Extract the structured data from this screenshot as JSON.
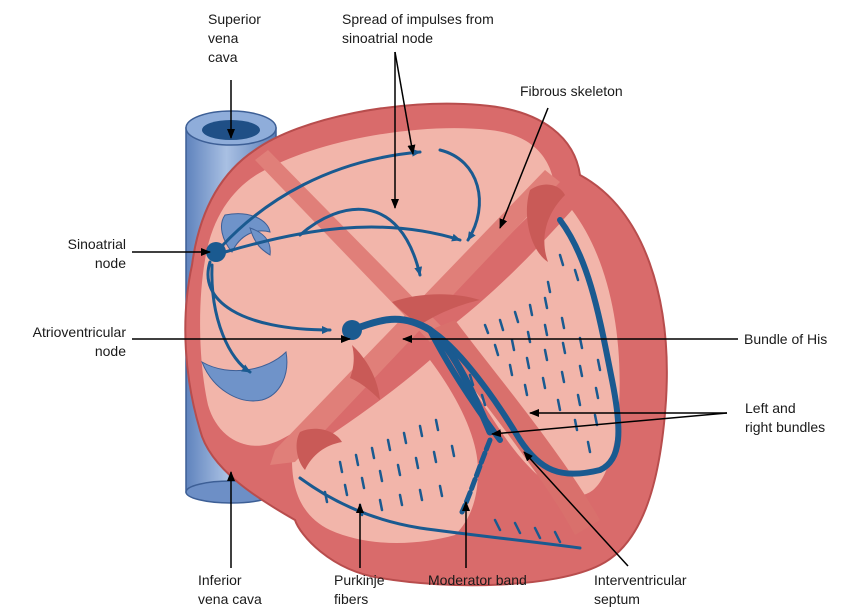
{
  "labels": {
    "superior_vena_cava": "Superior\nvena\ncava",
    "spread_of_impulses": "Spread of impulses from\nsinoatrial node",
    "fibrous_skeleton": "Fibrous skeleton",
    "sinoatrial_node": "Sinoatrial\nnode",
    "atrioventricular_node": "Atrioventricular\nnode",
    "bundle_of_his": "Bundle of His",
    "left_right_bundles": "Left and\nright bundles",
    "inferior_vena_cava": "Inferior\nvena cava",
    "purkinje_fibers": "Purkinje\nfibers",
    "moderator_band": "Moderator band",
    "interventricular_septum": "Interventricular\nseptum"
  },
  "colors": {
    "heart_outer": "#d96b6b",
    "heart_wall": "#e48a86",
    "heart_chamber": "#f2b5aa",
    "conduction": "#1a5a90",
    "vena_cava": "#7f9fcf",
    "leader_line": "#000000"
  }
}
